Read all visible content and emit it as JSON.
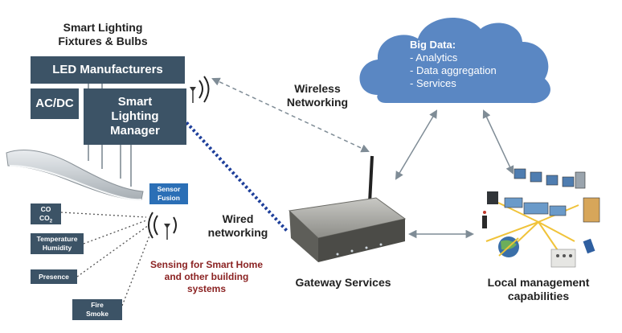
{
  "title": {
    "line1": "Smart Lighting",
    "line2": "Fixtures & Bulbs"
  },
  "boxes": {
    "led": "LED Manufacturers",
    "acdc": "AC/DC",
    "manager": {
      "line1": "Smart",
      "line2": "Lighting",
      "line3": "Manager"
    },
    "sensor_fusion": {
      "line1": "Sensor",
      "line2": "Fusion"
    }
  },
  "sensors": {
    "co": {
      "line1": "CO",
      "line2": "CO",
      "sub": "2"
    },
    "temp": {
      "line1": "Temperature",
      "line2": "Humidity"
    },
    "presence": "Presence",
    "fire": {
      "line1": "Fire",
      "line2": "Smoke"
    }
  },
  "labels": {
    "wireless": {
      "line1": "Wireless",
      "line2": "Networking"
    },
    "wired": {
      "line1": "Wired",
      "line2": "networking"
    },
    "sensing": {
      "line1": "Sensing for Smart Home",
      "line2": "and other building",
      "line3": "systems"
    },
    "gateway": "Gateway Services",
    "local": {
      "line1": "Local management",
      "line2": "capabilities"
    }
  },
  "cloud": {
    "title": "Big Data:",
    "items": [
      "- Analytics",
      "- Data aggregation",
      "- Services"
    ]
  },
  "colors": {
    "box": "#3c5366",
    "sensor_fusion": "#2b6fb6",
    "cloud": "#5a87c3",
    "wired_line": "#1e3f9a",
    "sensing_text": "#8b2323"
  }
}
